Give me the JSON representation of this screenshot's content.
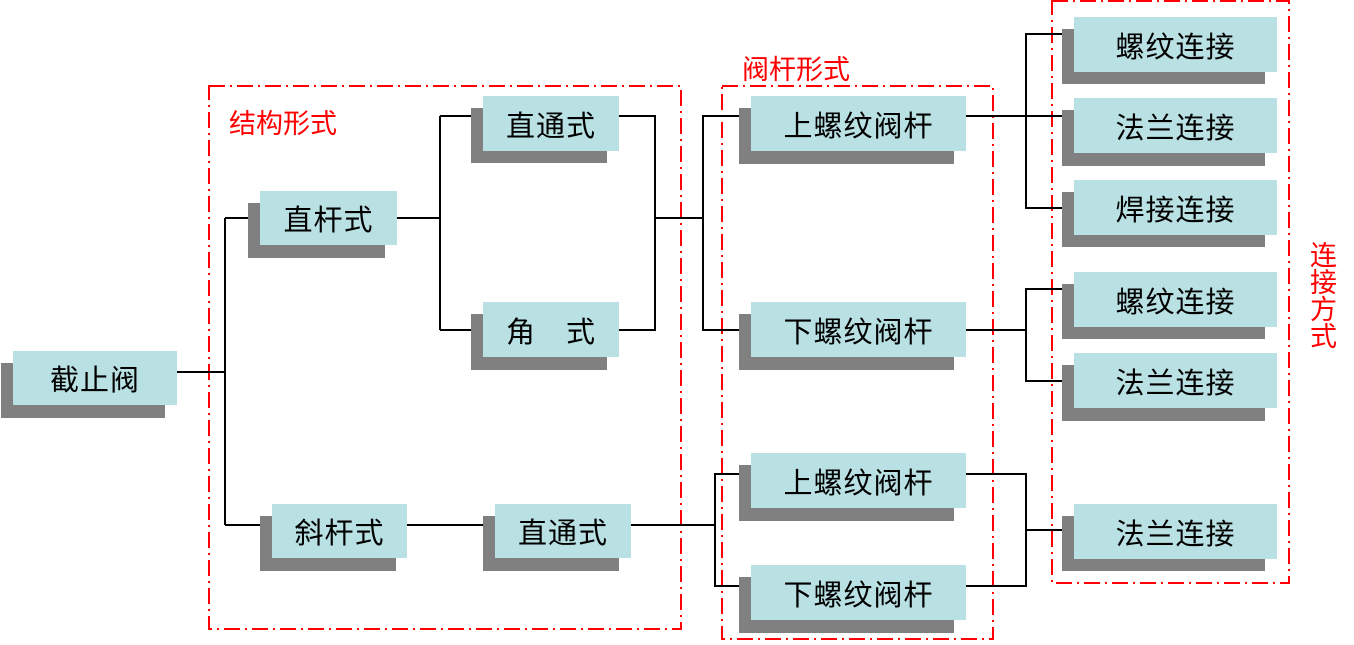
{
  "diagram": {
    "type": "tree",
    "root": {
      "id": "root",
      "label": "截止阀"
    },
    "groups": [
      {
        "id": "structure",
        "label": "结构形式"
      },
      {
        "id": "stem",
        "label": "阀杆形式"
      },
      {
        "id": "connection",
        "label": "连接方式"
      }
    ],
    "nodes": [
      {
        "id": "root",
        "label": "截止阀"
      },
      {
        "id": "straight-stem",
        "label": "直杆式"
      },
      {
        "id": "oblique-stem",
        "label": "斜杆式"
      },
      {
        "id": "straight-through-1",
        "label": "直通式"
      },
      {
        "id": "angle",
        "label": "角　式"
      },
      {
        "id": "straight-through-2",
        "label": "直通式"
      },
      {
        "id": "upper-thread-stem-1",
        "label": "上螺纹阀杆"
      },
      {
        "id": "lower-thread-stem-1",
        "label": "下螺纹阀杆"
      },
      {
        "id": "upper-thread-stem-2",
        "label": "上螺纹阀杆"
      },
      {
        "id": "lower-thread-stem-2",
        "label": "下螺纹阀杆"
      },
      {
        "id": "conn-thread-1",
        "label": "螺纹连接"
      },
      {
        "id": "conn-flange-1",
        "label": "法兰连接"
      },
      {
        "id": "conn-weld-1",
        "label": "焊接连接"
      },
      {
        "id": "conn-thread-2",
        "label": "螺纹连接"
      },
      {
        "id": "conn-flange-2",
        "label": "法兰连接"
      },
      {
        "id": "conn-flange-3",
        "label": "法兰连接"
      }
    ],
    "edges": [
      [
        "root",
        "straight-stem"
      ],
      [
        "root",
        "oblique-stem"
      ],
      [
        "straight-stem",
        "straight-through-1"
      ],
      [
        "straight-stem",
        "angle"
      ],
      [
        "straight-through-1",
        "upper-thread-stem-1"
      ],
      [
        "straight-through-1",
        "lower-thread-stem-1"
      ],
      [
        "angle",
        "upper-thread-stem-1"
      ],
      [
        "angle",
        "lower-thread-stem-1"
      ],
      [
        "oblique-stem",
        "straight-through-2"
      ],
      [
        "straight-through-2",
        "upper-thread-stem-2"
      ],
      [
        "straight-through-2",
        "lower-thread-stem-2"
      ],
      [
        "upper-thread-stem-1",
        "conn-thread-1"
      ],
      [
        "upper-thread-stem-1",
        "conn-flange-1"
      ],
      [
        "upper-thread-stem-1",
        "conn-weld-1"
      ],
      [
        "lower-thread-stem-1",
        "conn-thread-2"
      ],
      [
        "lower-thread-stem-1",
        "conn-flange-2"
      ],
      [
        "upper-thread-stem-2",
        "conn-flange-3"
      ],
      [
        "lower-thread-stem-2",
        "conn-flange-3"
      ]
    ]
  },
  "colors": {
    "box_fill": "#b9e0e3",
    "box_shadow": "#808080",
    "group_border": "#ff0000",
    "group_label": "#ff0000",
    "connector": "#000000"
  }
}
